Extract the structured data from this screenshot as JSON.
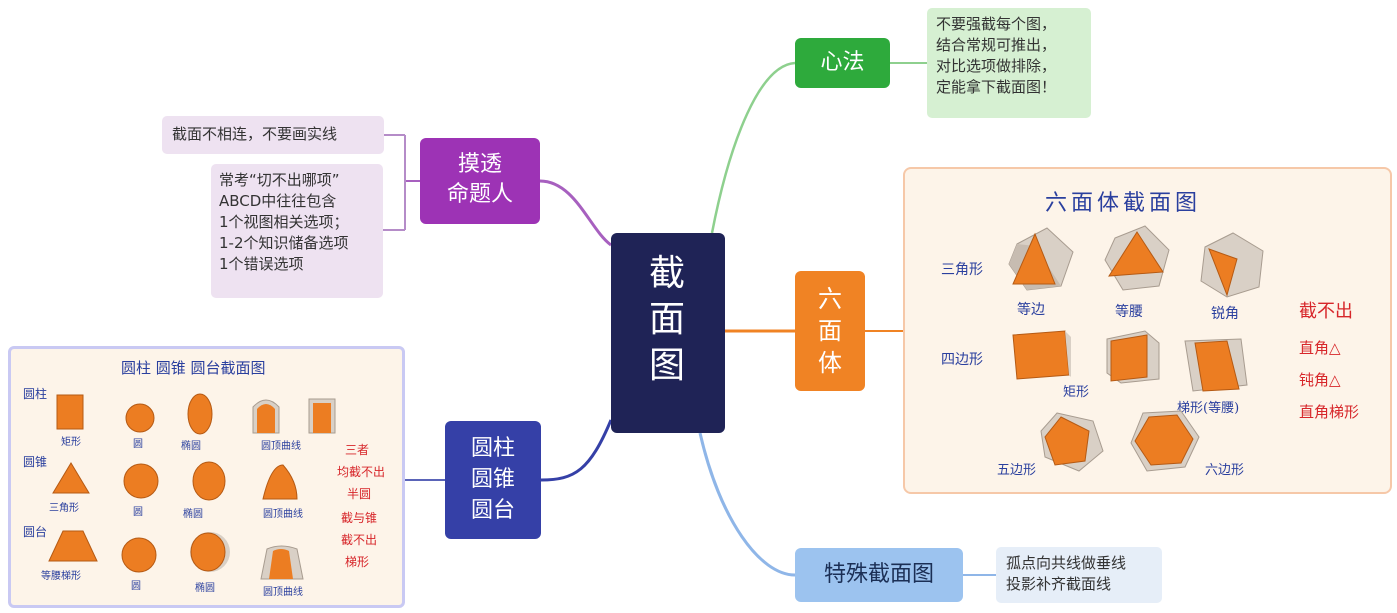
{
  "center": {
    "chars": [
      "截",
      "面",
      "图"
    ]
  },
  "branches": {
    "xinfa": {
      "label": "心法"
    },
    "liumianti": {
      "chars": [
        "六",
        "面",
        "体"
      ]
    },
    "teshu": {
      "label": "特殊截面图"
    },
    "motou": {
      "lines": [
        "摸透",
        "命题人"
      ]
    },
    "yuanzhu": {
      "lines": [
        "圆柱",
        "圆锥",
        "圆台"
      ]
    }
  },
  "notes": {
    "xinfa": [
      "不要强截每个图，",
      "结合常规可推出，",
      "对比选项做排除，",
      "定能拿下截面图！"
    ],
    "motou_1": "截面不相连，不要画实线",
    "motou_2": [
      "常考“切不出哪项”",
      "ABCD中往往包含",
      "1个视图相关选项；",
      "1-2个知识储备选项",
      "1个错误选项"
    ],
    "teshu": [
      "孤点向共线做垂线",
      "投影补齐截面线"
    ]
  },
  "hex_panel": {
    "title": "六面体截面图",
    "row_label_1": "三角形",
    "row_label_2": "四边形",
    "captions": [
      "等边",
      "等腰",
      "锐角",
      "矩形",
      "梯形(等腰)",
      "五边形",
      "六边形"
    ],
    "side_note": [
      "截不出",
      "直角△",
      "钝角△",
      "直角梯形"
    ]
  },
  "cyl_panel": {
    "title": "圆柱 圆锥 圆台截面图",
    "row_labels": [
      "圆柱",
      "圆锥",
      "圆台"
    ],
    "captions": [
      "矩形",
      "圆",
      "椭圆",
      "圆顶曲线",
      "三角形",
      "圆",
      "椭圆",
      "圆顶曲线",
      "等腰梯形",
      "圆",
      "椭圆",
      "圆顶曲线"
    ],
    "side_note": [
      "三者",
      "均截不出",
      "半圆",
      "截与锥",
      "截不出",
      "梯形"
    ]
  },
  "colors": {
    "center": "#1f2356",
    "xinfa": "#2eaa3c",
    "liumianti": "#f08324",
    "teshu": "#9cc3ef",
    "motou": "#9d33b5",
    "yuanzhu": "#3540a7",
    "cube": "#d8d0c8",
    "section": "#ec7d22"
  }
}
